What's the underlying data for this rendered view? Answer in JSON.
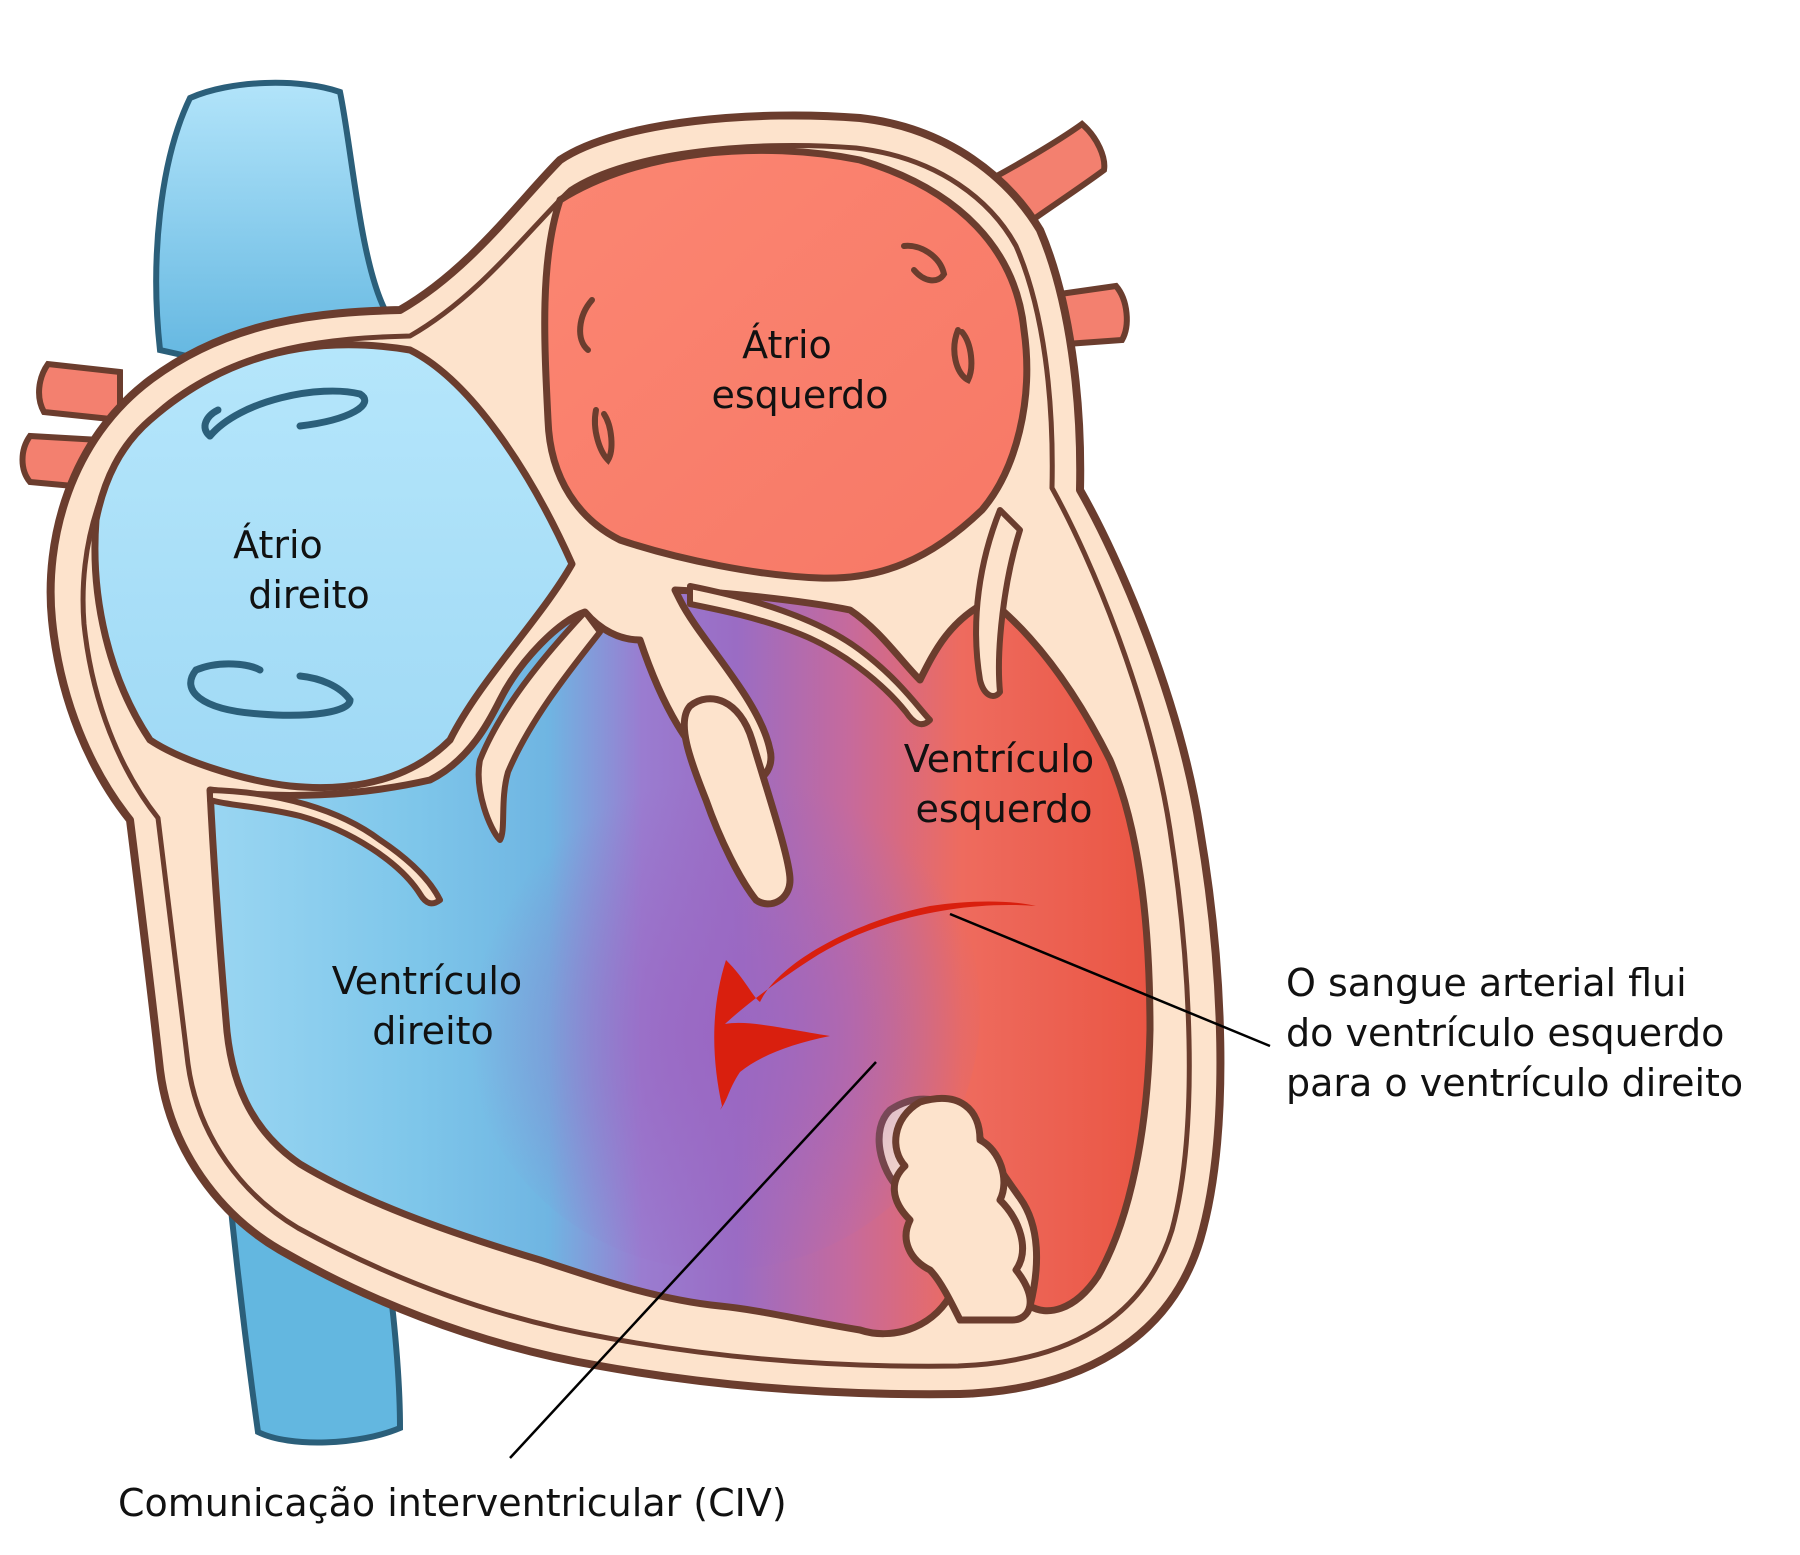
{
  "labels": {
    "left_atrium": [
      "Átrio",
      "esquerdo"
    ],
    "right_atrium": [
      "Átrio",
      "direito"
    ],
    "left_ventricle": [
      "Ventrículo",
      "esquerdo"
    ],
    "right_ventricle": [
      "Ventrículo",
      "direito"
    ],
    "flow_note": [
      "O sangue arterial flui",
      "do ventrículo esquerdo",
      "para o ventrículo direito"
    ],
    "defect": "Comunicação interventricular (CIV)"
  },
  "colors": {
    "outline": "#6b3d2e",
    "wall": "#fde3cc",
    "venous_light": "#b2e4fa",
    "venous_dark": "#62b6e0",
    "venous_outline": "#2b5f7a",
    "arterial": "#fa7f6c",
    "arterial_dark": "#eb5a47",
    "vessel_red": "#f3806f",
    "mixed_purple": "#9a6cc4",
    "arrow_red": "#d91f0e",
    "leader_line": "#000000"
  }
}
